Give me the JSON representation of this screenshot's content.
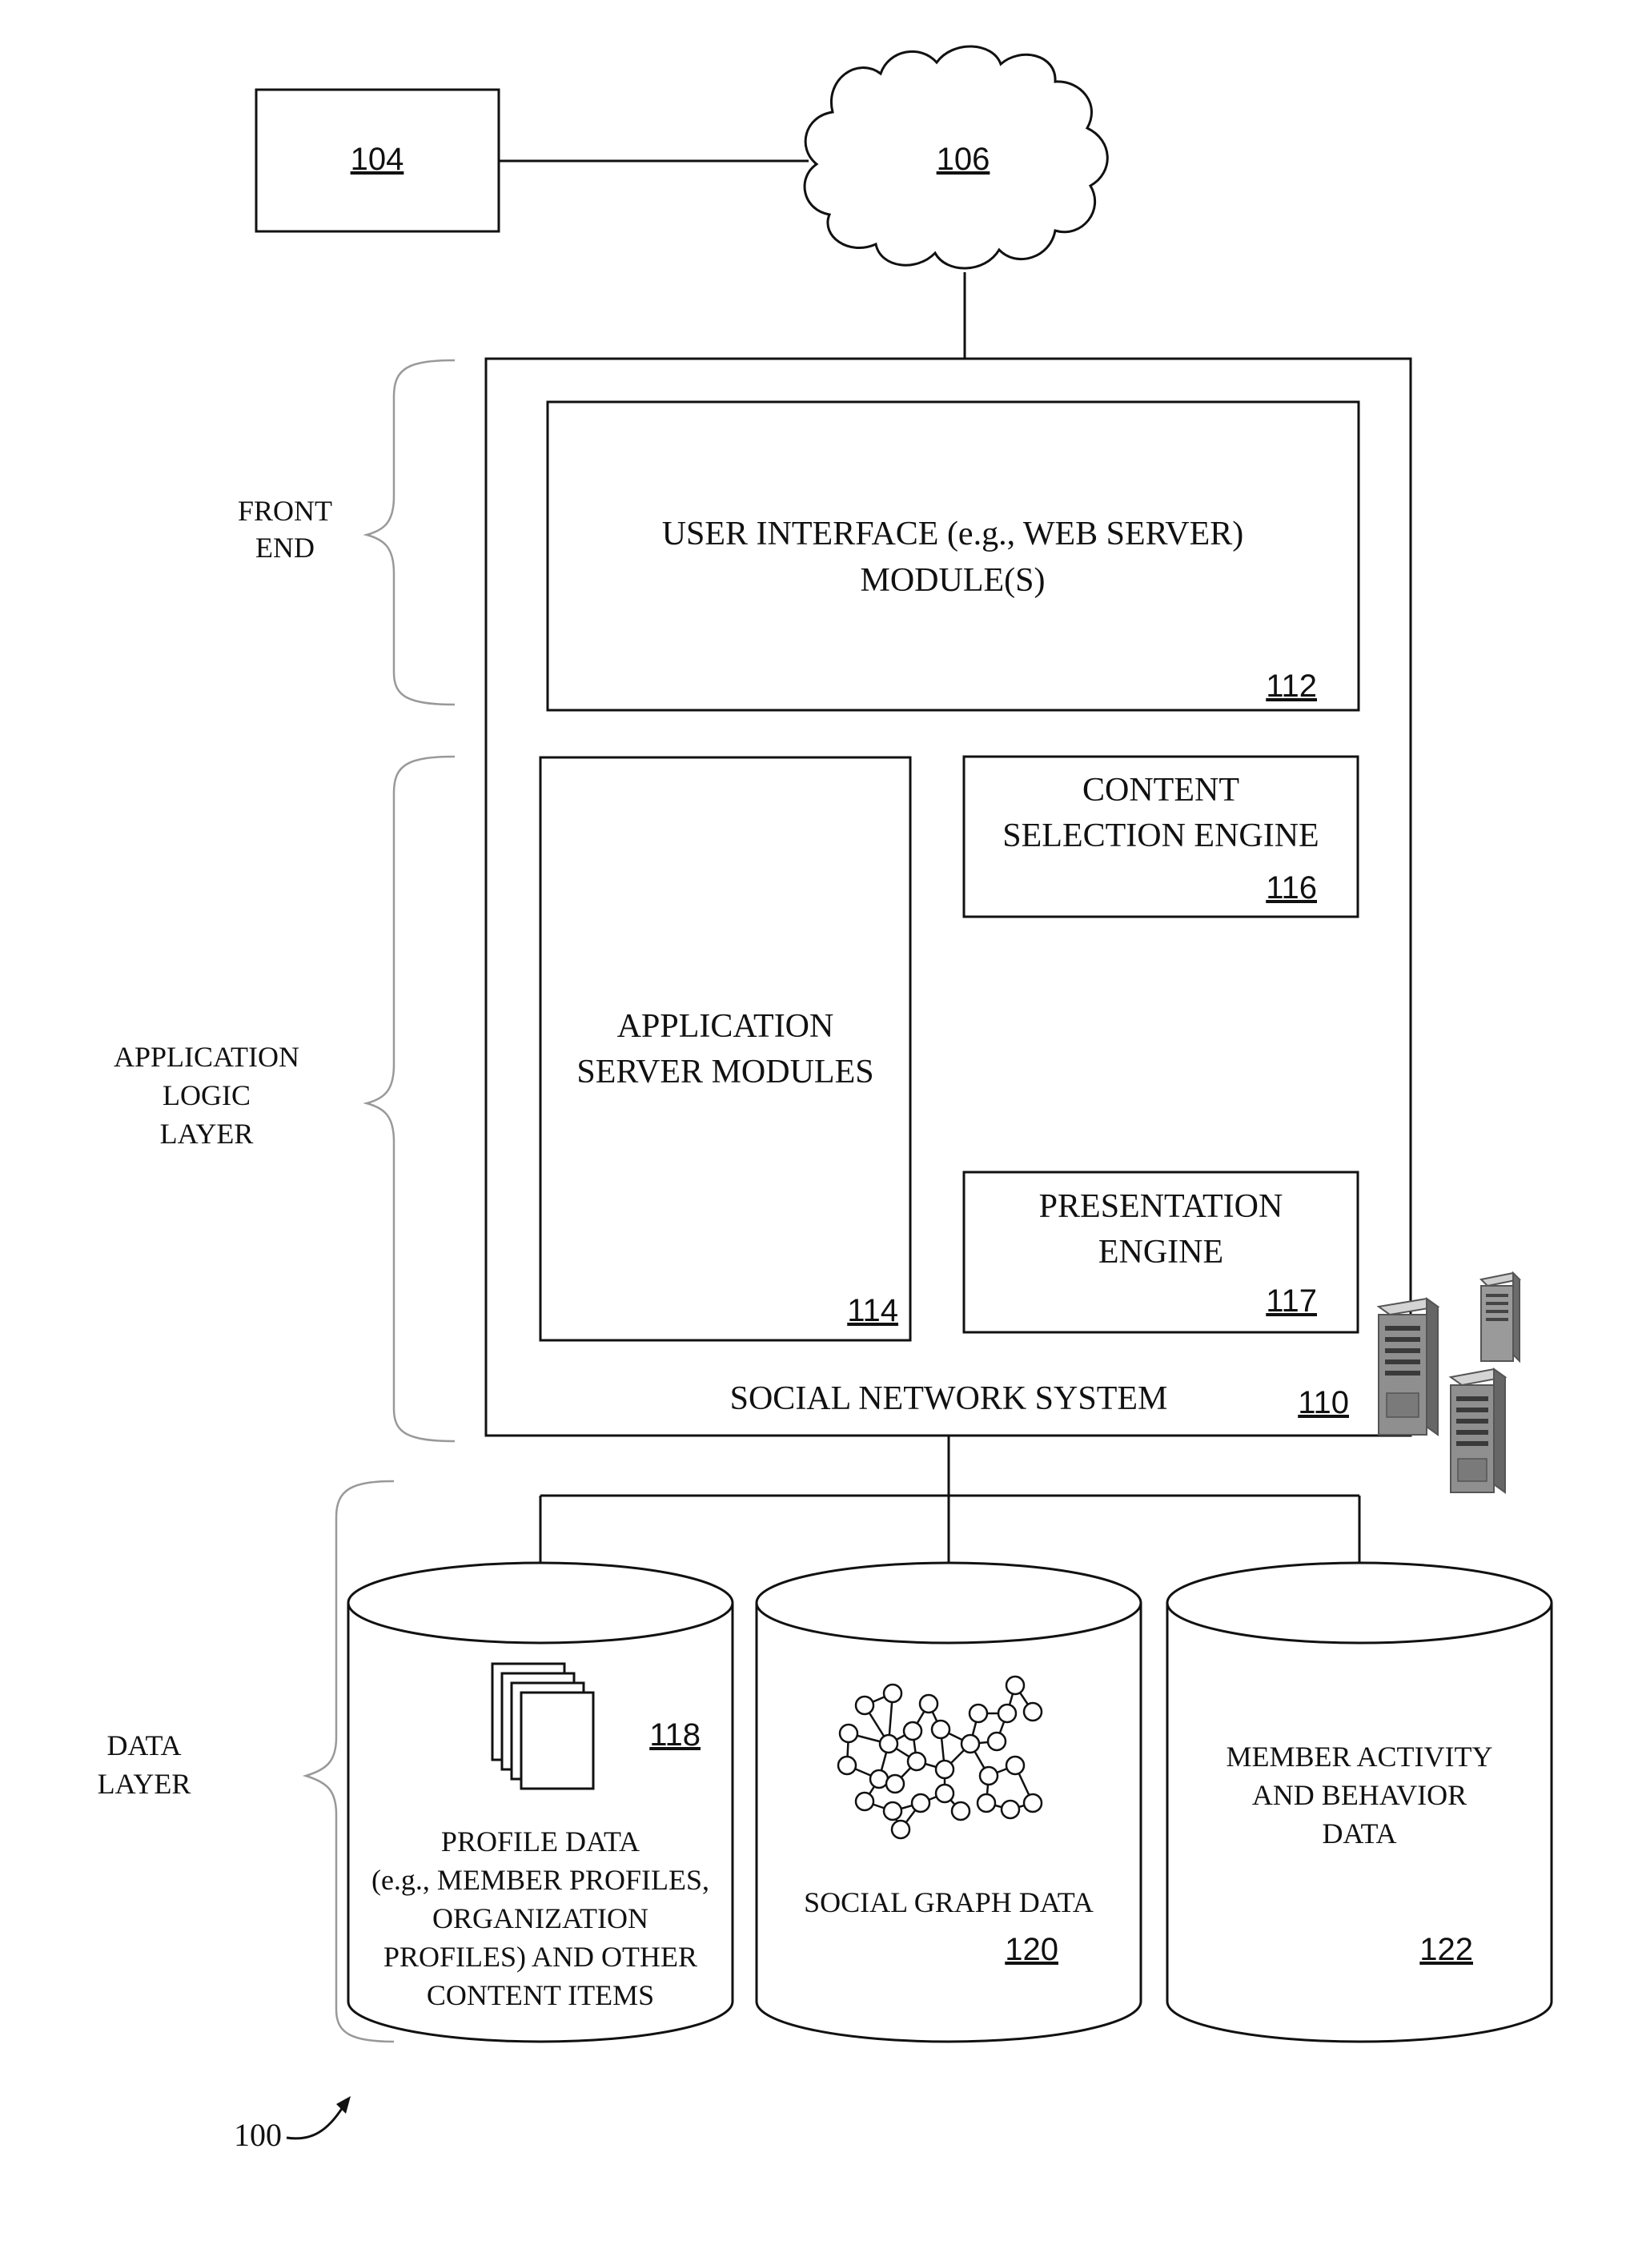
{
  "client": {
    "ref": "104"
  },
  "network": {
    "ref": "106"
  },
  "layers": {
    "front_end": [
      "FRONT",
      "END"
    ],
    "application_logic": [
      "APPLICATION",
      "LOGIC",
      "LAYER"
    ],
    "data": [
      "DATA",
      "LAYER"
    ]
  },
  "system": {
    "label": "SOCIAL NETWORK SYSTEM",
    "ref": "110",
    "ui_module": {
      "lines": [
        "USER INTERFACE (e.g., WEB SERVER)",
        "MODULE(S)"
      ],
      "ref": "112"
    },
    "app_server": {
      "lines": [
        "APPLICATION",
        "SERVER MODULES"
      ],
      "ref": "114"
    },
    "content_selection": {
      "lines": [
        "CONTENT",
        "SELECTION ENGINE"
      ],
      "ref": "116"
    },
    "presentation": {
      "lines": [
        "PRESENTATION",
        "ENGINE"
      ],
      "ref": "117"
    }
  },
  "databases": [
    {
      "lines": [
        "PROFILE DATA",
        "(e.g., MEMBER PROFILES,",
        "ORGANIZATION",
        "PROFILES) AND OTHER",
        "CONTENT ITEMS"
      ],
      "ref": "118",
      "icon": "documents-icon"
    },
    {
      "lines": [
        "SOCIAL GRAPH DATA"
      ],
      "ref": "120",
      "icon": "graph-network-icon"
    },
    {
      "lines": [
        "MEMBER ACTIVITY",
        "AND BEHAVIOR",
        "DATA"
      ],
      "ref": "122"
    }
  ],
  "figure": {
    "ref": "100"
  },
  "colors": {
    "line": "#111111",
    "brace": "#999999",
    "server_body": "#8a8a8a"
  }
}
